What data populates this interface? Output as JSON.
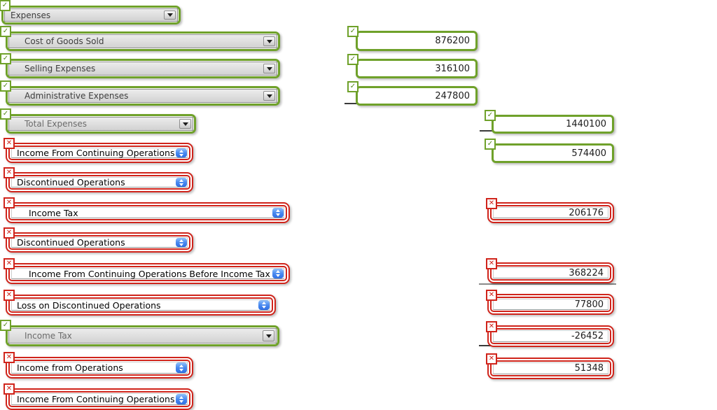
{
  "left_column": [
    {
      "label": "Expenses",
      "status": "correct"
    },
    {
      "label": "Cost of Goods Sold",
      "status": "correct"
    },
    {
      "label": "Selling Expenses",
      "status": "correct"
    },
    {
      "label": "Administrative Expenses",
      "status": "correct"
    },
    {
      "label": "Total Expenses",
      "status": "correct"
    },
    {
      "label": "Income From Continuing Operations",
      "status": "incorrect"
    },
    {
      "label": "Discontinued Operations",
      "status": "incorrect"
    },
    {
      "label": "Income Tax",
      "status": "incorrect"
    },
    {
      "label": "Discontinued Operations",
      "status": "incorrect"
    },
    {
      "label": "Income From Continuing Operations Before Income Tax",
      "status": "incorrect"
    },
    {
      "label": "Loss on Discontinued Operations",
      "status": "incorrect"
    },
    {
      "label": "Income Tax",
      "status": "correct"
    },
    {
      "label": "Income from Operations",
      "status": "incorrect"
    },
    {
      "label": "Income From Continuing Operations",
      "status": "incorrect"
    }
  ],
  "middle_column": [
    {
      "value": "876200",
      "status": "correct"
    },
    {
      "value": "316100",
      "status": "correct"
    },
    {
      "value": "247800",
      "status": "correct"
    }
  ],
  "right_column": [
    {
      "value": "1440100",
      "status": "correct"
    },
    {
      "value": "574400",
      "status": "correct"
    },
    {
      "value": "206176",
      "status": "incorrect"
    },
    {
      "value": "368224",
      "status": "incorrect"
    },
    {
      "value": "77800",
      "status": "incorrect"
    },
    {
      "value": "-26452",
      "status": "incorrect"
    },
    {
      "value": "51348",
      "status": "incorrect"
    }
  ],
  "icons": {
    "check": "✓",
    "cross": "✕"
  },
  "colors": {
    "correct_green": "#6fa12a",
    "incorrect_red": "#d0241b",
    "stepper_blue": "#2f6fe3"
  }
}
